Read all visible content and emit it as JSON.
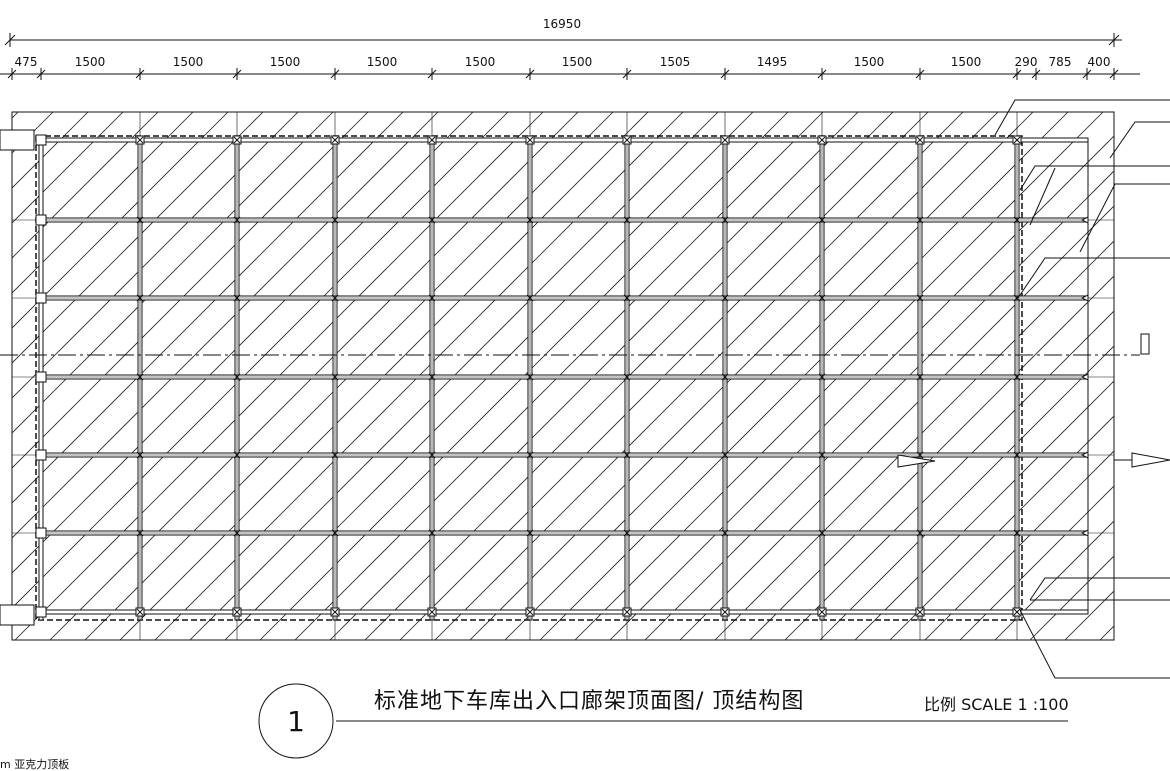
{
  "drawing": {
    "overall_dimension": "16950",
    "segment_dimensions": [
      "475",
      "1500",
      "1500",
      "1500",
      "1500",
      "1500",
      "1500",
      "1505",
      "1495",
      "1500",
      "1500",
      "290",
      "785",
      "400"
    ],
    "title": "标准地下车库出入口廊架顶面图/ 顶结构图",
    "scale_label": "比例 SCALE 1 :100",
    "detail_number": "1",
    "corner_note": "m 亚克力顶板"
  },
  "colors": {
    "line": "#111111",
    "hatch": "#222222",
    "background": "#ffffff"
  }
}
